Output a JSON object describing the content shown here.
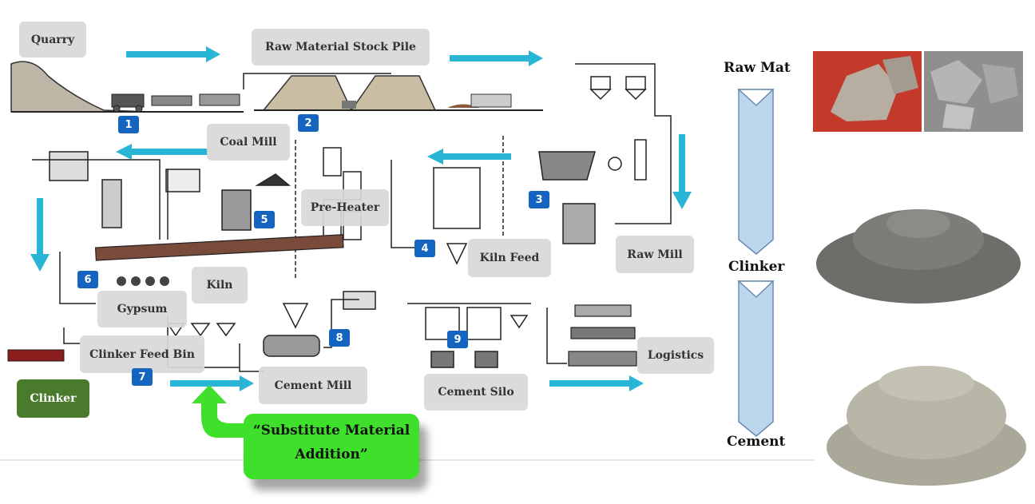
{
  "process_labels": {
    "quarry": "Quarry",
    "raw_material_stock_pile": "Raw Material Stock Pile",
    "coal_mill": "Coal Mill",
    "pre_heater": "Pre-Heater",
    "kiln_feed": "Kiln Feed",
    "raw_mill": "Raw Mill",
    "kiln": "Kiln",
    "gypsum": "Gypsum",
    "clinker_feed_bin": "Clinker Feed Bin",
    "cement_mill": "Cement Mill",
    "cement_silo": "Cement Silo",
    "logistics": "Logistics",
    "clinker": "Clinker"
  },
  "step_numbers": [
    "1",
    "2",
    "3",
    "4",
    "5",
    "6",
    "7",
    "8",
    "9"
  ],
  "substitute_callout": {
    "line1": "“Substitute Material",
    "line2": "Addition”"
  },
  "stages": {
    "raw_mat": "Raw Mat",
    "clinker": "Clinker",
    "cement": "Cement"
  },
  "colors": {
    "flow_arrow": "#29b6d6",
    "step_badge": "#1565c0",
    "clinker_box": "#4a7a2b",
    "substitute_box": "#3fe02b",
    "stage_chevron": "#bcd6ee"
  }
}
